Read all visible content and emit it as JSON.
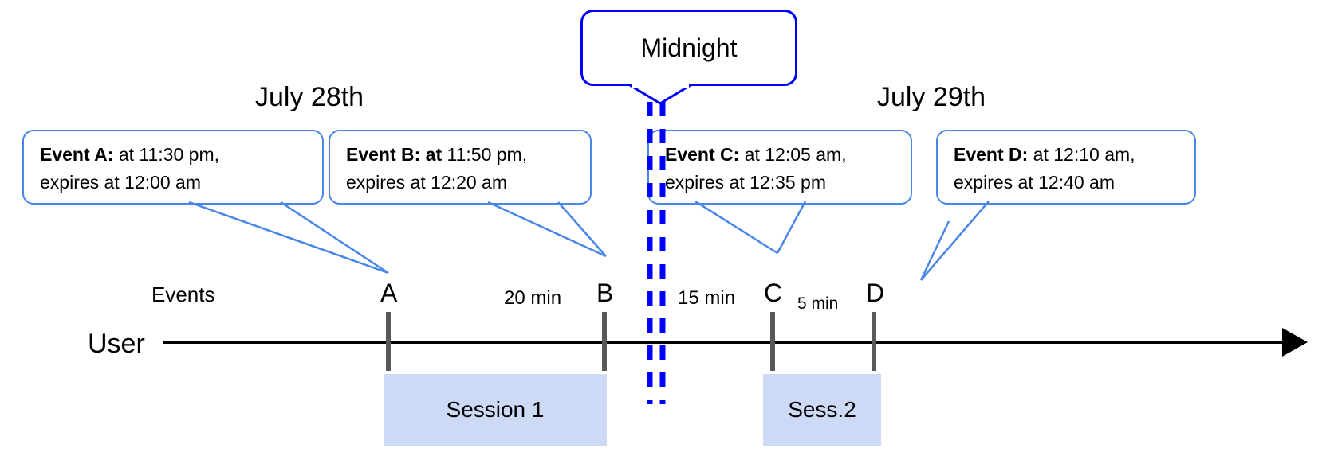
{
  "diagram": {
    "title": "Event expiry across midnight timeline",
    "colors": {
      "callout_border": "#4A86E8",
      "midnight_blue": "#0000FF",
      "session_fill": "#CDDAF5",
      "tick_gray": "#595959",
      "axis_black": "#000000"
    }
  },
  "dates": {
    "left": "July 28th",
    "right": "July 29th"
  },
  "midnight": {
    "label": "Midnight"
  },
  "row_labels": {
    "events": "Events",
    "user": "User"
  },
  "callouts": [
    {
      "id": "event-a",
      "bold": "Event A:",
      "rest": " at 11:30 pm,",
      "line2": "expires at 12:00 am"
    },
    {
      "id": "event-b",
      "bold": "Event B: at",
      "rest": " 11:50 pm,",
      "line2": "expires at 12:20 am"
    },
    {
      "id": "event-c",
      "bold": "Event C:",
      "rest": " at 12:05 am,",
      "line2": "expires at 12:35 pm"
    },
    {
      "id": "event-d",
      "bold": "Event D:",
      "rest": "  at 12:10 am,",
      "line2": "expires at 12:40 am"
    }
  ],
  "timeline": {
    "ticks": [
      {
        "id": "tick-a",
        "label": "A"
      },
      {
        "id": "tick-b",
        "label": "B"
      },
      {
        "id": "tick-c",
        "label": "C"
      },
      {
        "id": "tick-d",
        "label": "D"
      }
    ],
    "gaps": [
      {
        "id": "gap-ab",
        "label": "20 min"
      },
      {
        "id": "gap-bc",
        "label": "15 min"
      },
      {
        "id": "gap-cd",
        "label": "5 min"
      }
    ]
  },
  "sessions": [
    {
      "id": "session-1",
      "label": "Session 1"
    },
    {
      "id": "session-2",
      "label": "Sess.2"
    }
  ]
}
